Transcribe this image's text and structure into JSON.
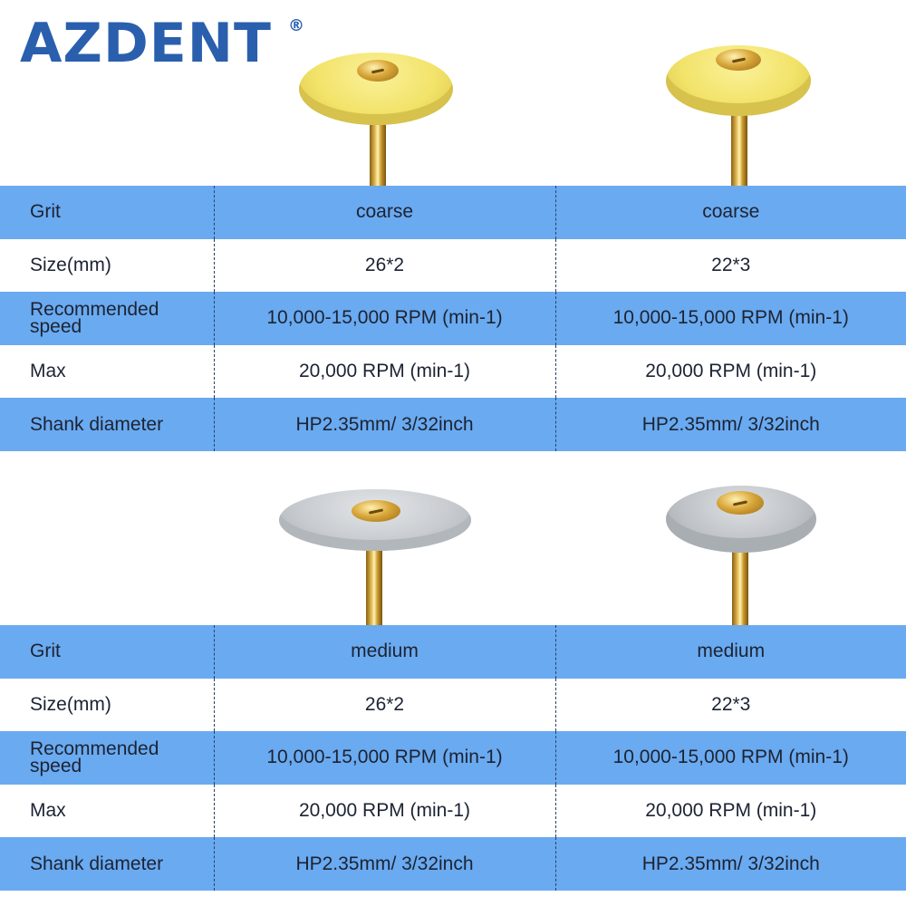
{
  "brand": {
    "name": "AZDENT",
    "registered_mark": "®"
  },
  "colors": {
    "brand_blue": "#2a5fae",
    "row_blue": "#6aaaf0",
    "row_white": "#ffffff",
    "disc_yellow": "#f2e36a",
    "disc_gray": "#c8ccd0",
    "shank_gold": "#d9a73a"
  },
  "products": [
    {
      "color": "yellow",
      "grit": "coarse",
      "size": "26*2"
    },
    {
      "color": "yellow",
      "grit": "coarse",
      "size": "22*3"
    },
    {
      "color": "gray",
      "grit": "medium",
      "size": "26*2"
    },
    {
      "color": "gray",
      "grit": "medium",
      "size": "22*3"
    }
  ],
  "tables": [
    {
      "rows": [
        {
          "label": "Grit",
          "values": [
            "coarse",
            "coarse"
          ]
        },
        {
          "label": "Size(mm)",
          "values": [
            "26*2",
            "22*3"
          ]
        },
        {
          "label_line1": "Recommended",
          "label_line2": "speed",
          "values": [
            "10,000-15,000 RPM (min-1)",
            "10,000-15,000 RPM (min-1)"
          ]
        },
        {
          "label": "Max",
          "values": [
            "20,000 RPM  (min-1)",
            "20,000 RPM  (min-1)"
          ]
        },
        {
          "label": "Shank diameter",
          "values": [
            "HP2.35mm/ 3/32inch",
            "HP2.35mm/ 3/32inch"
          ]
        }
      ]
    },
    {
      "rows": [
        {
          "label": "Grit",
          "values": [
            "medium",
            "medium"
          ]
        },
        {
          "label": "Size(mm)",
          "values": [
            "26*2",
            "22*3"
          ]
        },
        {
          "label_line1": "Recommended",
          "label_line2": "speed",
          "values": [
            "10,000-15,000 RPM (min-1)",
            "10,000-15,000 RPM (min-1)"
          ]
        },
        {
          "label": "Max",
          "values": [
            "20,000 RPM  (min-1)",
            "20,000 RPM  (min-1)"
          ]
        },
        {
          "label": "Shank diameter",
          "values": [
            "HP2.35mm/ 3/32inch",
            "HP2.35mm/ 3/32inch"
          ]
        }
      ]
    }
  ]
}
